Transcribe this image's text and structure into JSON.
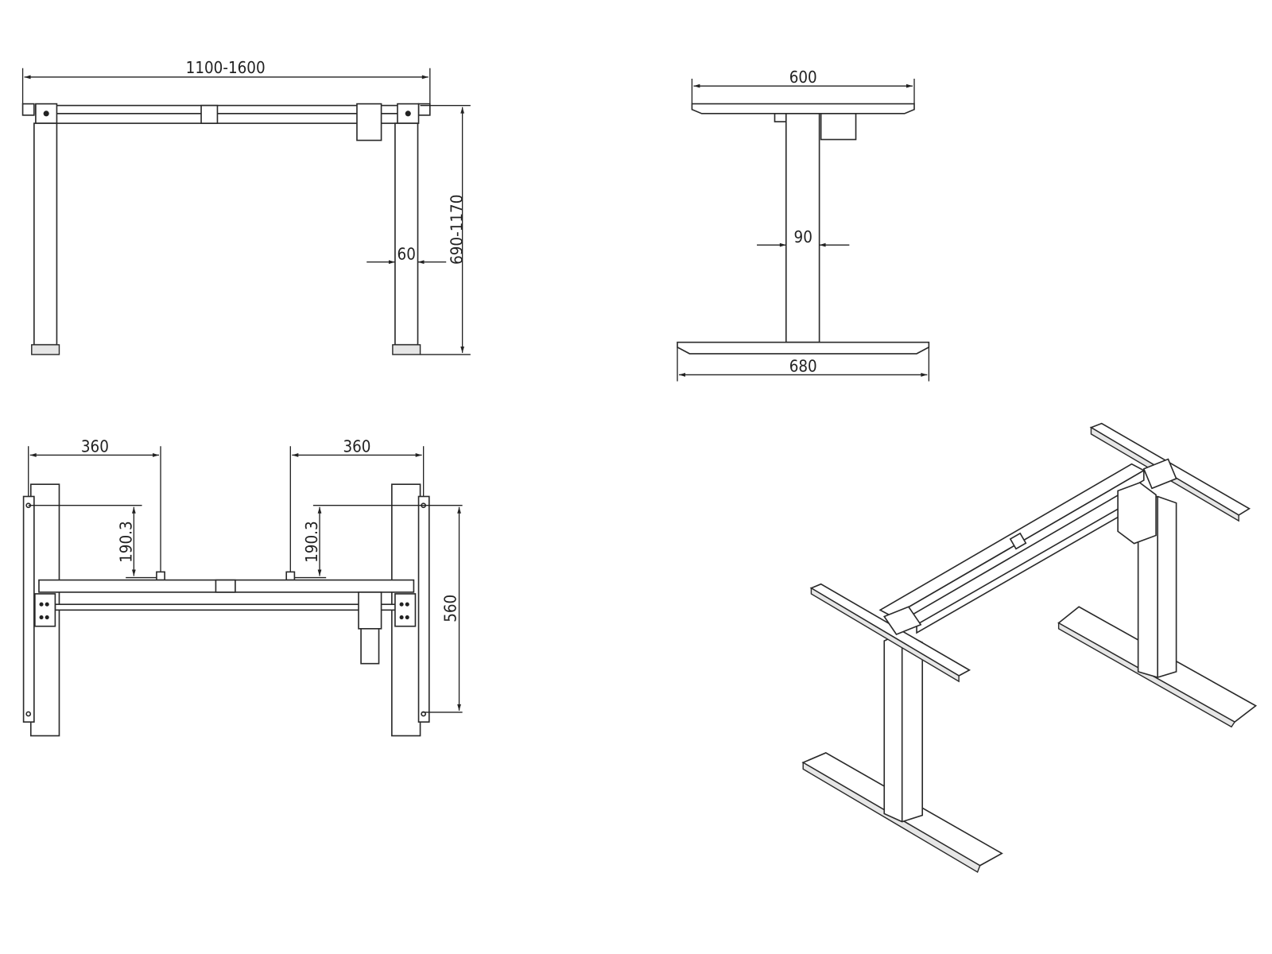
{
  "front_view": {
    "width_label": "1100-1600",
    "height_label": "690-1170",
    "leg_width_label": "60"
  },
  "side_view": {
    "top_width_label": "600",
    "column_width_label": "90",
    "foot_width_label": "680"
  },
  "top_view": {
    "left_offset_label": "360",
    "right_offset_label": "360",
    "left_depth_label": "190.3",
    "right_depth_label": "190.3",
    "bracket_span_label": "560"
  },
  "iso_view": {},
  "colors": {
    "line": "#2a2a2a",
    "background": "#ffffff"
  }
}
